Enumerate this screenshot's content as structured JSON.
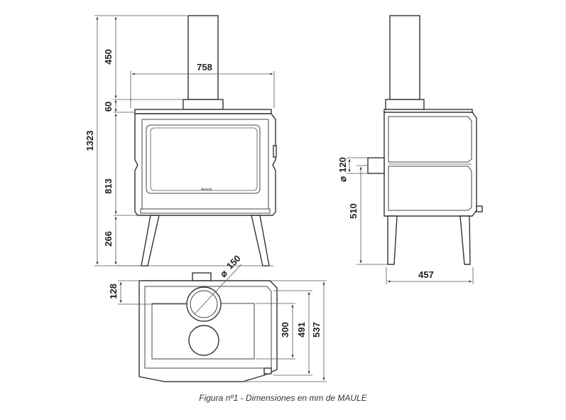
{
  "figure": {
    "caption": "Figura nº1 - Dimensiones en mm de MAULE"
  },
  "front_view": {
    "dims": {
      "flue_height": "450",
      "overall_width": "758",
      "top_plate": "60",
      "total_height": "1323",
      "body_height": "813",
      "leg_height": "266"
    },
    "logo_text": "Amesti"
  },
  "side_view": {
    "dims": {
      "rear_outlet_diameter": "120",
      "rear_outlet_height": "510",
      "depth": "457"
    },
    "diameter_symbol": "⌀"
  },
  "top_view": {
    "dims": {
      "outlet_diameter": "150",
      "outlet_offset": "128",
      "inner_depth": "300",
      "mid_depth": "491",
      "overall_depth": "537"
    },
    "diameter_symbol": "⌀"
  }
}
